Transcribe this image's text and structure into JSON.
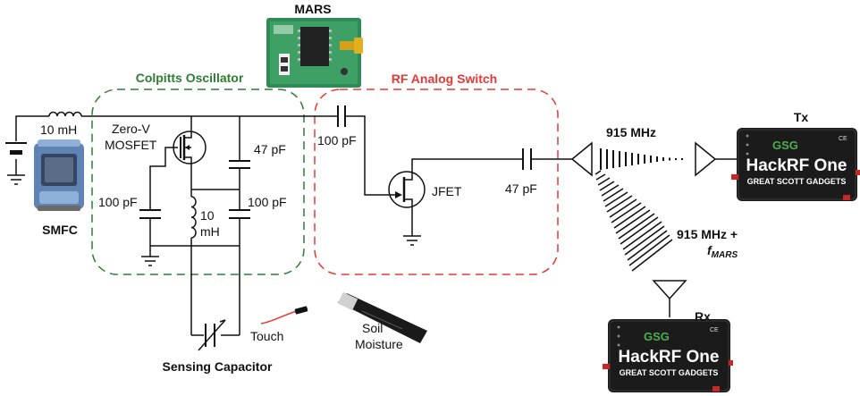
{
  "labels": {
    "mars": "MARS",
    "colpitts": "Colpitts Oscillator",
    "rf_switch": "RF Analog Switch",
    "inductor_main": "10 mH",
    "mosfet_line1": "Zero-V",
    "mosfet_line2": "MOSFET",
    "cap_47pf_osc": "47 pF",
    "cap_100pf_left": "100 pF",
    "cap_100pf_right": "100 pF",
    "inductor_osc_line1": "10",
    "inductor_osc_line2": "mH",
    "smfc": "SMFC",
    "cap_100pf_switch": "100 pF",
    "jfet": "JFET",
    "cap_47pf_switch": "47 pF",
    "freq_tx": "915 MHz",
    "freq_rx_line1": "915 MHz +",
    "freq_rx_line2_f": "f",
    "freq_rx_line2_sub": "MARS",
    "tx": "Tx",
    "rx": "Rx",
    "touch": "Touch",
    "soil_line1": "Soil",
    "soil_line2": "Moisture",
    "sensing_cap": "Sensing Capacitor",
    "hackrf_name": "HackRF One",
    "hackrf_sub": "GREAT SCOTT GADGETS",
    "hackrf_logo": "GSG",
    "hackrf_ce": "CE"
  },
  "colors": {
    "colpitts_box": "#2e7d32",
    "rf_box": "#e53935",
    "wire": "#111111",
    "hackrf_body": "#1b1b1b",
    "hackrf_logo": "#4caf50",
    "mars_board": "#2e8b57",
    "smfc_body": "#7a9cc6",
    "touch_wire": "#e53935"
  }
}
